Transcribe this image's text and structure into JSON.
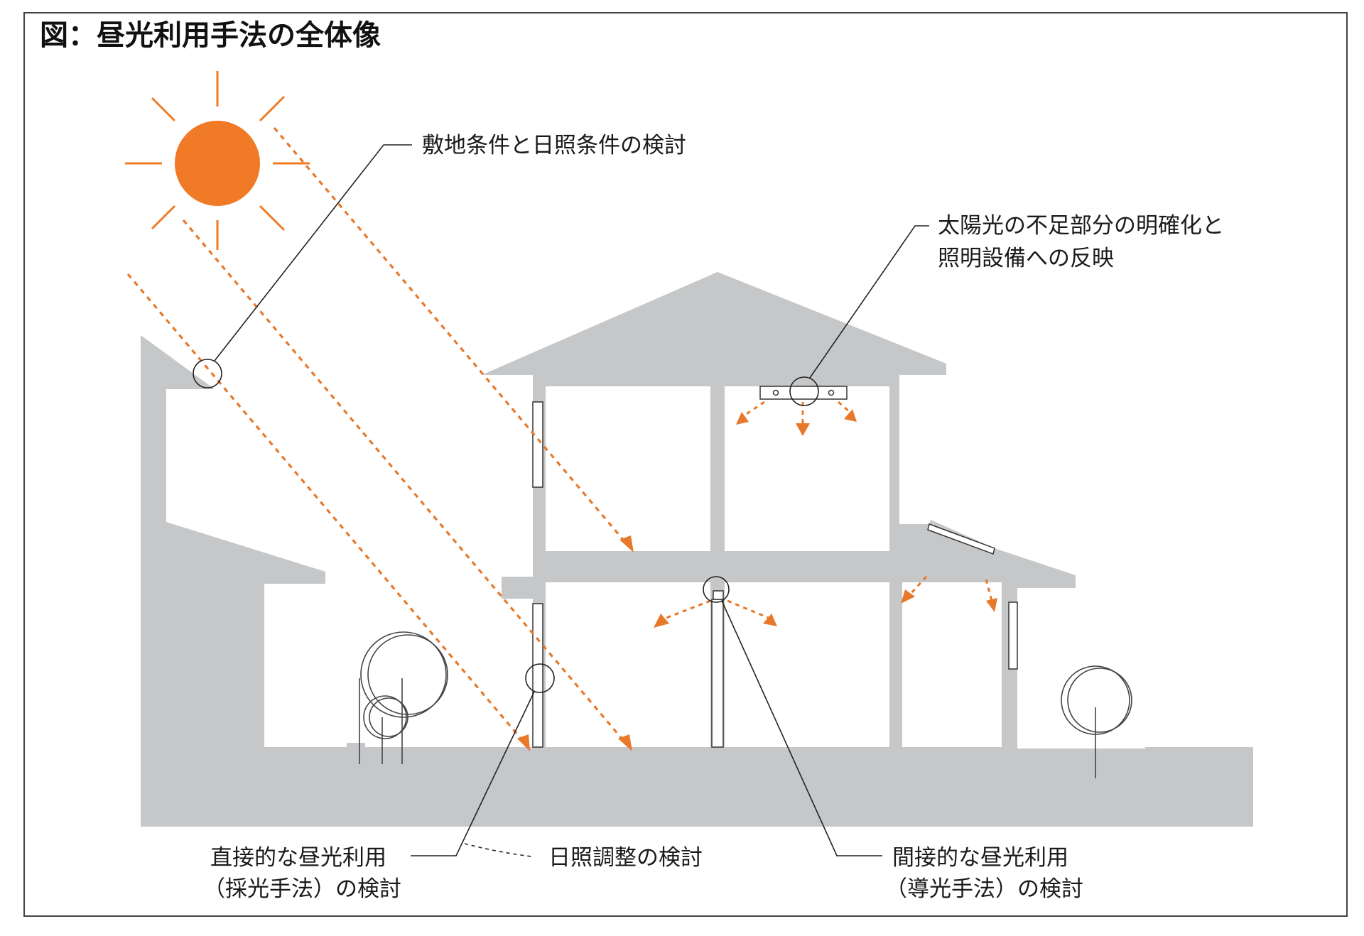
{
  "title": "図：昼光利用手法の全体像",
  "labels": {
    "site_conditions": "敷地条件と日照条件の検討",
    "sunlight_shortfall_line1": "太陽光の不足部分の明確化と",
    "sunlight_shortfall_line2": "照明設備への反映",
    "direct_line1": "直接的な昼光利用",
    "direct_line2": "（採光手法）の検討",
    "sun_adjustment": "日照調整の検討",
    "indirect_line1": "間接的な昼光利用",
    "indirect_line2": "（導光手法）の検討"
  },
  "colors": {
    "sun": "#f07a26",
    "ray": "#e8782a",
    "building": "#c6c7c9",
    "line": "#222222"
  }
}
